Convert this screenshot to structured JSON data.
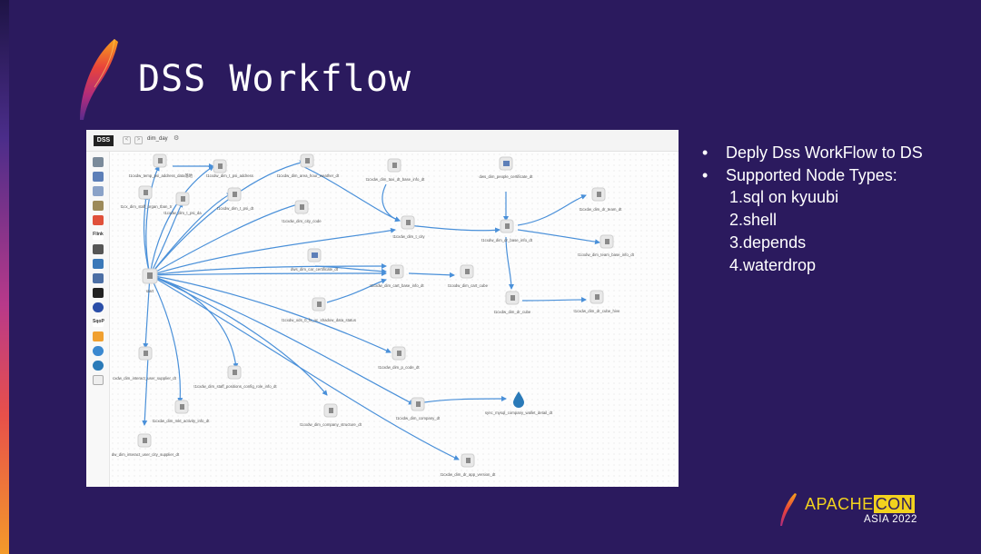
{
  "slide": {
    "title": "DSS Workflow",
    "background": "#2b1a5e",
    "accent": "#f2d21e"
  },
  "screenshot": {
    "logo_text": "DSS",
    "tab_label": "dim_day",
    "nav_back": "<",
    "nav_forward": ">",
    "side_icons": [
      "folder-icon",
      "node-group-icon",
      "sql-icon",
      "hive-icon",
      "spark-icon",
      "flink-icon",
      "shell-icon",
      "python-icon",
      "table-icon",
      "http-icon",
      "kafka-icon",
      "sqlp-icon",
      "warning-icon",
      "cloud-icon",
      "drop-icon",
      "blank-icon"
    ],
    "side_labels": {
      "flink": "Flink",
      "sqlp": "SqoP"
    },
    "nodes": [
      {
        "id": "n1",
        "label": "t1cxdw_temp_psi_address_data落地"
      },
      {
        "id": "n2",
        "label": "t1cxdw_dim_t_psi_address"
      },
      {
        "id": "n3",
        "label": "t1cx_dim_staff_organ_tban_tr"
      },
      {
        "id": "n4",
        "label": "t1cxdw_dim_t_psi_da"
      },
      {
        "id": "n5",
        "label": "t1cxdw_dim_t_psi_dt"
      },
      {
        "id": "n6",
        "label": "t1cxdw_dim_area_hour_weather_dt"
      },
      {
        "id": "n7",
        "label": "t1cxdw_dim_city_code"
      },
      {
        "id": "n8",
        "label": "t1cxdw_dim_taxi_dt_base_info_dt"
      },
      {
        "id": "n9",
        "label": "t1cxdw_dim_t_city"
      },
      {
        "id": "n10",
        "label": "dws_dim_people_certificate_dt"
      },
      {
        "id": "n11",
        "label": "t1cxdw_dim_dr_team_dt"
      },
      {
        "id": "n12",
        "label": "t1cxdw_dim_dr_base_info_dt"
      },
      {
        "id": "n13",
        "label": "t1cxdw_dim_team_base_info_dt"
      },
      {
        "id": "n14",
        "label": "start"
      },
      {
        "id": "n15",
        "label": "dws_dim_car_certificate_dt"
      },
      {
        "id": "n16",
        "label": "t1cxdw_dim_cart_base_info_dt"
      },
      {
        "id": "n17",
        "label": "t1cxdw_dim_cart_cube"
      },
      {
        "id": "n18",
        "label": "t1cxdw_dim_dr_cube"
      },
      {
        "id": "n19",
        "label": "t1cxdw_dim_dr_cube_hive"
      },
      {
        "id": "n20",
        "label": "t1cxdw_ods_0_fx_oc_shadow_data_status"
      },
      {
        "id": "n21",
        "label": "t1cxdw_dim_p_code_dt"
      },
      {
        "id": "n22",
        "label": "cxdw_dim_interact_user_supplier_dt"
      },
      {
        "id": "n23",
        "label": "t1cxdw_dim_staff_positions_config_role_info_dt"
      },
      {
        "id": "n24",
        "label": "t1cxdw_dim_mkt_activity_info_dt"
      },
      {
        "id": "n25",
        "label": "t1cxdw_dim_company_structure_dt"
      },
      {
        "id": "n26",
        "label": "t1cxdw_dim_company_dt"
      },
      {
        "id": "n27",
        "label": "sync_mysql_company_wallet_detail_dt"
      },
      {
        "id": "n28",
        "label": "dw_dim_interact_user_city_supplier_dt"
      },
      {
        "id": "n29",
        "label": "t1cxdw_dim_dr_app_version_dt"
      }
    ]
  },
  "bullets": [
    {
      "text": "Deply Dss WorkFlow to DS"
    },
    {
      "text": "Supported Node Types:"
    }
  ],
  "sub_items": [
    "1.sql on kyuubi",
    "2.shell",
    "3.depends",
    "4.waterdrop"
  ],
  "footer": {
    "brand_left": "APACHE",
    "brand_right": "CON",
    "subtitle": "ASIA 2022"
  }
}
